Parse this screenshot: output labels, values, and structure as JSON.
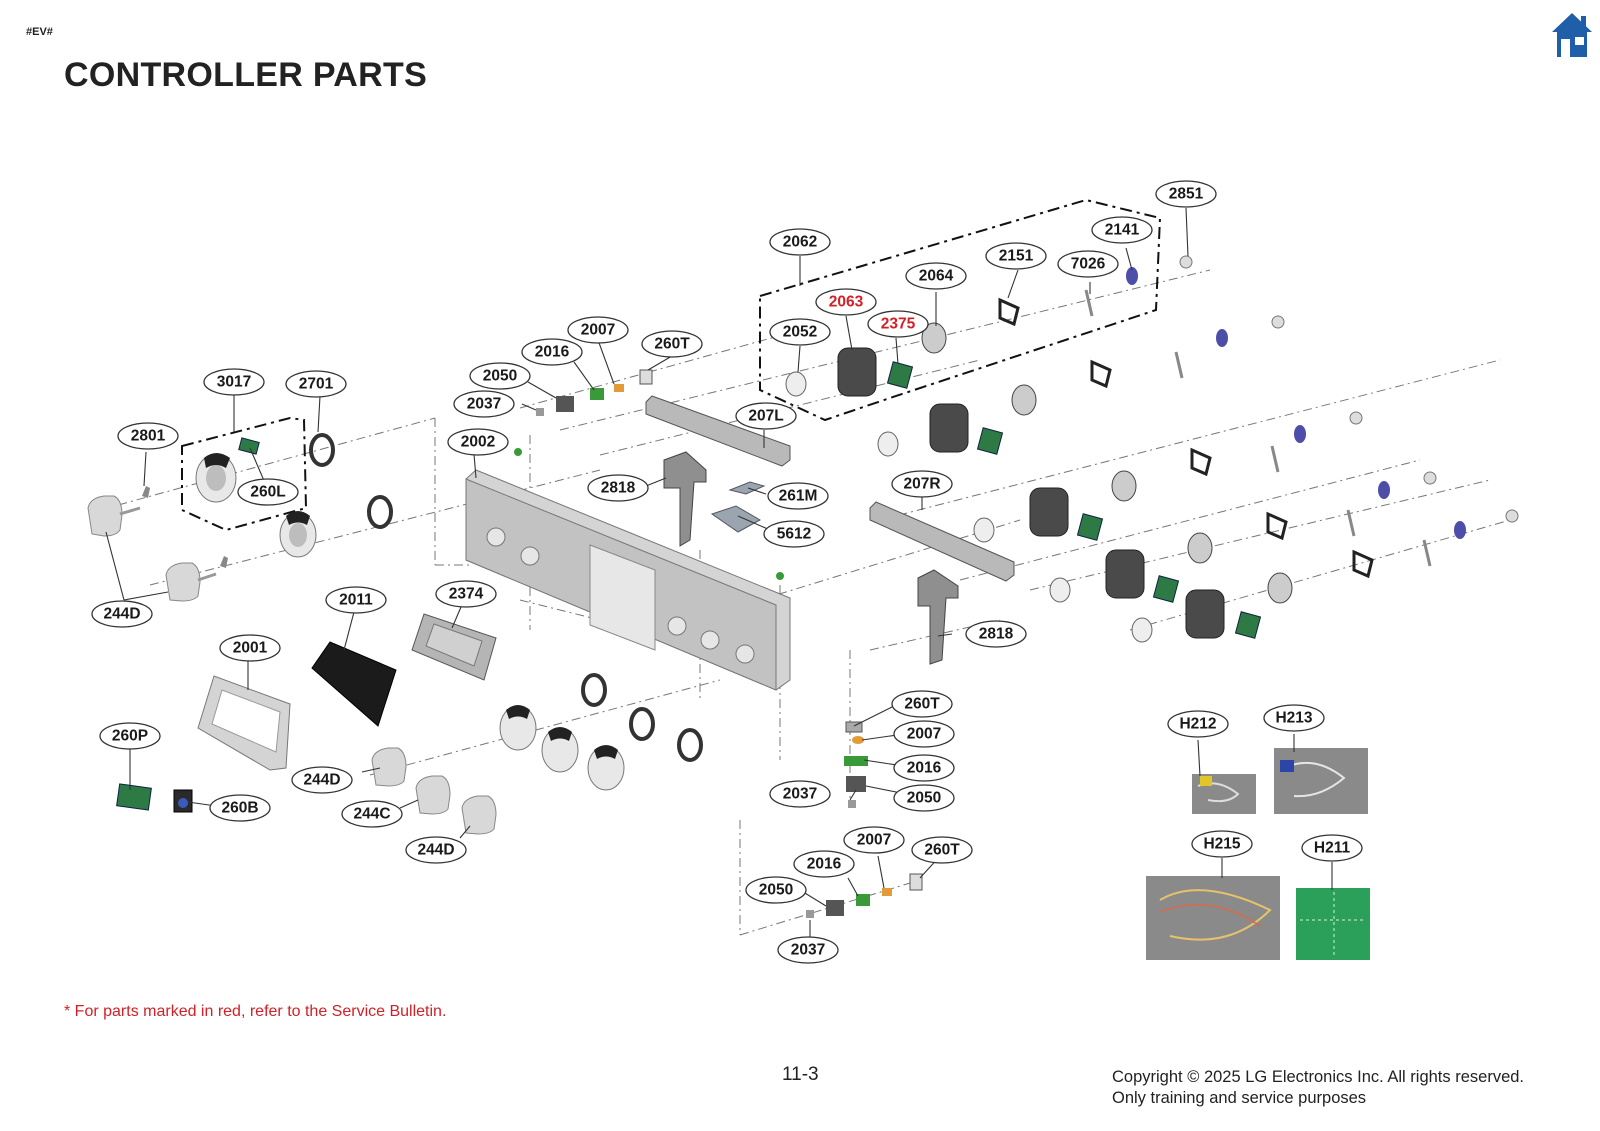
{
  "header": {
    "doc_tag": "#EV#",
    "title": "CONTROLLER PARTS",
    "home_icon": "home-icon"
  },
  "colors": {
    "red_callout": "#d32027",
    "home_icon": "#1f5ea8",
    "board_green": "#2d7a45",
    "metal_gray": "#c9c9c9"
  },
  "callouts": [
    {
      "id": "c2851",
      "text": "2851"
    },
    {
      "id": "c2141",
      "text": "2141"
    },
    {
      "id": "c2062",
      "text": "2062"
    },
    {
      "id": "c2151",
      "text": "2151"
    },
    {
      "id": "c7026",
      "text": "7026"
    },
    {
      "id": "c2064",
      "text": "2064"
    },
    {
      "id": "c2063",
      "text": "2063",
      "red": true
    },
    {
      "id": "c2375",
      "text": "2375",
      "red": true
    },
    {
      "id": "c2052",
      "text": "2052"
    },
    {
      "id": "c2007a",
      "text": "2007"
    },
    {
      "id": "c260Ta",
      "text": "260T"
    },
    {
      "id": "c2016a",
      "text": "2016"
    },
    {
      "id": "c2050a",
      "text": "2050"
    },
    {
      "id": "c2037a",
      "text": "2037"
    },
    {
      "id": "c3017",
      "text": "3017"
    },
    {
      "id": "c2701",
      "text": "2701"
    },
    {
      "id": "c2801",
      "text": "2801"
    },
    {
      "id": "c2002",
      "text": "2002"
    },
    {
      "id": "c207L",
      "text": "207L"
    },
    {
      "id": "c260L",
      "text": "260L"
    },
    {
      "id": "c2818a",
      "text": "2818"
    },
    {
      "id": "c261M",
      "text": "261M"
    },
    {
      "id": "c207R",
      "text": "207R"
    },
    {
      "id": "c5612",
      "text": "5612"
    },
    {
      "id": "c244Da",
      "text": "244D"
    },
    {
      "id": "c2011",
      "text": "2011"
    },
    {
      "id": "c2374",
      "text": "2374"
    },
    {
      "id": "c2818b",
      "text": "2818"
    },
    {
      "id": "c2001",
      "text": "2001"
    },
    {
      "id": "c260Tb",
      "text": "260T"
    },
    {
      "id": "c260P",
      "text": "260P"
    },
    {
      "id": "c2007b",
      "text": "2007"
    },
    {
      "id": "c2016b",
      "text": "2016"
    },
    {
      "id": "c244Db",
      "text": "244D"
    },
    {
      "id": "c2037b",
      "text": "2037"
    },
    {
      "id": "c2050b",
      "text": "2050"
    },
    {
      "id": "c260B",
      "text": "260B"
    },
    {
      "id": "c244C",
      "text": "244C"
    },
    {
      "id": "c2007c",
      "text": "2007"
    },
    {
      "id": "c260Tc",
      "text": "260T"
    },
    {
      "id": "c244Dc",
      "text": "244D"
    },
    {
      "id": "c2016c",
      "text": "2016"
    },
    {
      "id": "c2050c",
      "text": "2050"
    },
    {
      "id": "c2037c",
      "text": "2037"
    },
    {
      "id": "cH212",
      "text": "H212"
    },
    {
      "id": "cH213",
      "text": "H213"
    },
    {
      "id": "cH215",
      "text": "H215"
    },
    {
      "id": "cH211",
      "text": "H211"
    }
  ],
  "footer": {
    "bulletin_note": "* For parts marked in red, refer to the Service Bulletin.",
    "page_number": "11-3",
    "copyright_line1": "Copyright © 2025 LG Electronics Inc. All rights reserved.",
    "copyright_line2": "Only training and service purposes"
  }
}
